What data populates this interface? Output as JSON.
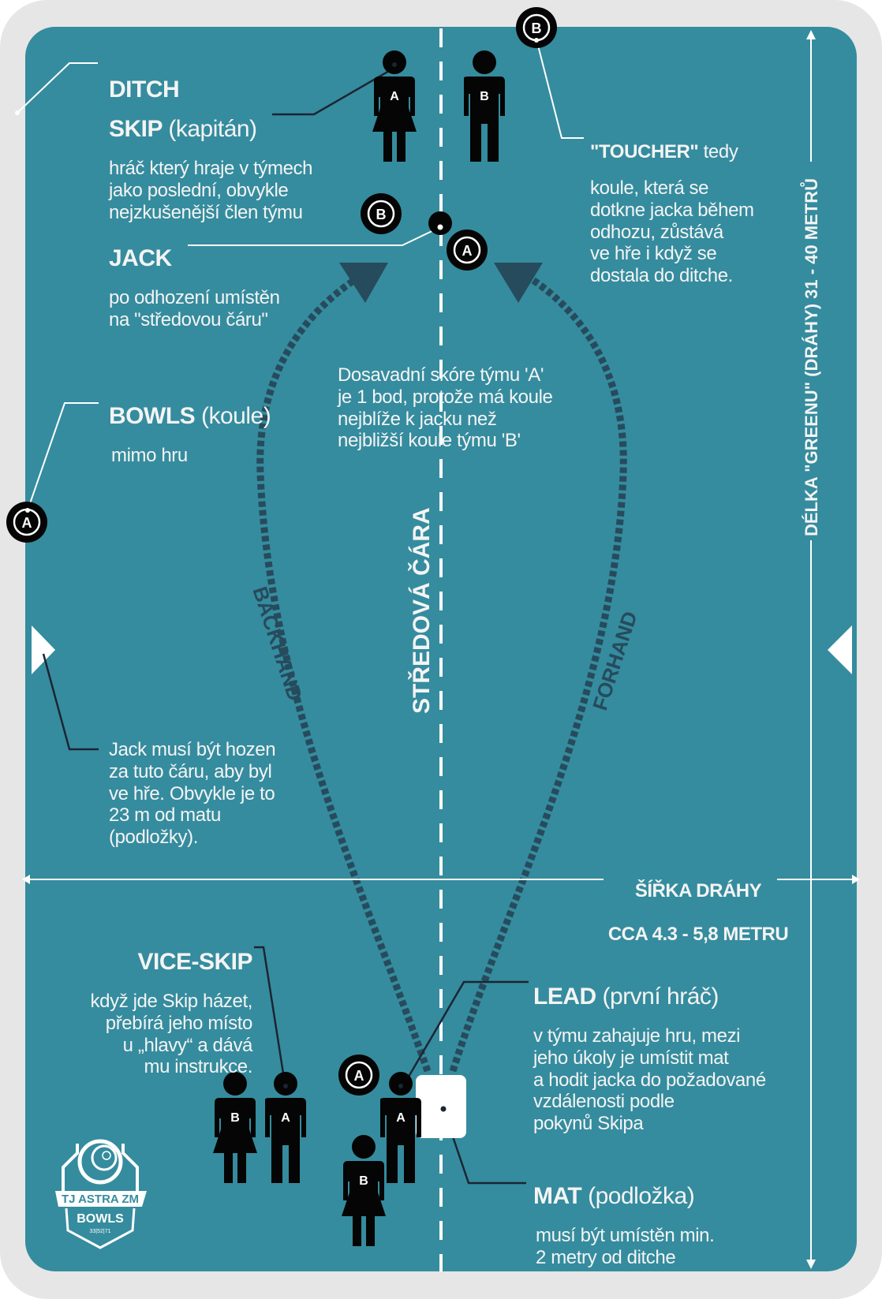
{
  "title": "Bowls lane diagram",
  "colors": {
    "green": "#358c9e",
    "frame": "#e6e6e6",
    "path": "#264b5d",
    "text": "#f4f4f4",
    "ball": "#050505",
    "leader_dark": "#1c2533"
  },
  "labels": {
    "ditch": {
      "title": "DITCH"
    },
    "skip": {
      "title": "SKIP",
      "subtitle": "(kapitán)",
      "body": "hráč který hraje v týmech\njako poslední, obvykle\nnejzkušenější člen týmu"
    },
    "jack": {
      "title": "JACK",
      "body": "po odhození  umístěn\nna \"středovou čáru\""
    },
    "toucher": {
      "title": "\"TOUCHER\"",
      "title_rest": " tedy",
      "body": "koule, která se\ndotkne jacka během\nodhozu, zůstává\nve hře i když se\ndostala do ditche."
    },
    "bowls": {
      "title": "BOWLS",
      "subtitle": "(koule)",
      "body": "mimo hru"
    },
    "score": {
      "body": "Dosavadní skóre týmu 'A'\nje 1 bod, protože má koule\nnejblíže k jacku než\nnejbližší koule týmu 'B'"
    },
    "center_line": "STŘEDOVÁ ČÁRA",
    "backhand": "BACKHAND",
    "forhand": "FORHAND",
    "length": "DÉLKA \"GREENU\" (DRÁHY) 31 - 40 METRŮ",
    "jack_line": {
      "body": "Jack musí být hozen\nza tuto čáru, aby byl\nve hře. Obvykle je to\n23 m od matu\n(podložky)."
    },
    "width": {
      "line1": "ŠÍŘKA DRÁHY",
      "line2": "CCA 4.3 - 5,8 METRU"
    },
    "vice_skip": {
      "title": "VICE-SKIP",
      "body": "když jde Skip házet,\npřebírá jeho místo\nu „hlavy“ a dává\nmu instrukce."
    },
    "lead": {
      "title": "LEAD",
      "subtitle": "(první hráč)",
      "body": "v týmu zahajuje hru, mezi\njeho úkoly je umístit mat\na hodit jacka do požadované\nvzdálenosti podle\npokynů Skipa"
    },
    "mat": {
      "title": "MAT",
      "subtitle": "(podložka)",
      "body": "musí být umístěn min.\n2 metry od ditche"
    }
  },
  "balls": [
    {
      "team": "B",
      "role": "toucher-in-ditch"
    },
    {
      "team": "B",
      "role": "near-jack"
    },
    {
      "team": "A",
      "role": "near-jack"
    },
    {
      "team": "A",
      "role": "out-of-play"
    },
    {
      "team": "A",
      "role": "at-mat"
    }
  ],
  "players": [
    {
      "team": "A",
      "figure": "female",
      "role": "skip"
    },
    {
      "team": "B",
      "figure": "male",
      "role": "skip"
    },
    {
      "team": "B",
      "figure": "female",
      "role": "vice-skip"
    },
    {
      "team": "A",
      "figure": "male",
      "role": "vice-skip"
    },
    {
      "team": "A",
      "figure": "male",
      "role": "lead"
    },
    {
      "team": "B",
      "figure": "female",
      "role": "lead"
    }
  ],
  "logo": {
    "line1": "TJ ASTRA ZM",
    "line2": "BOWLS",
    "line3": "33|52|71"
  }
}
